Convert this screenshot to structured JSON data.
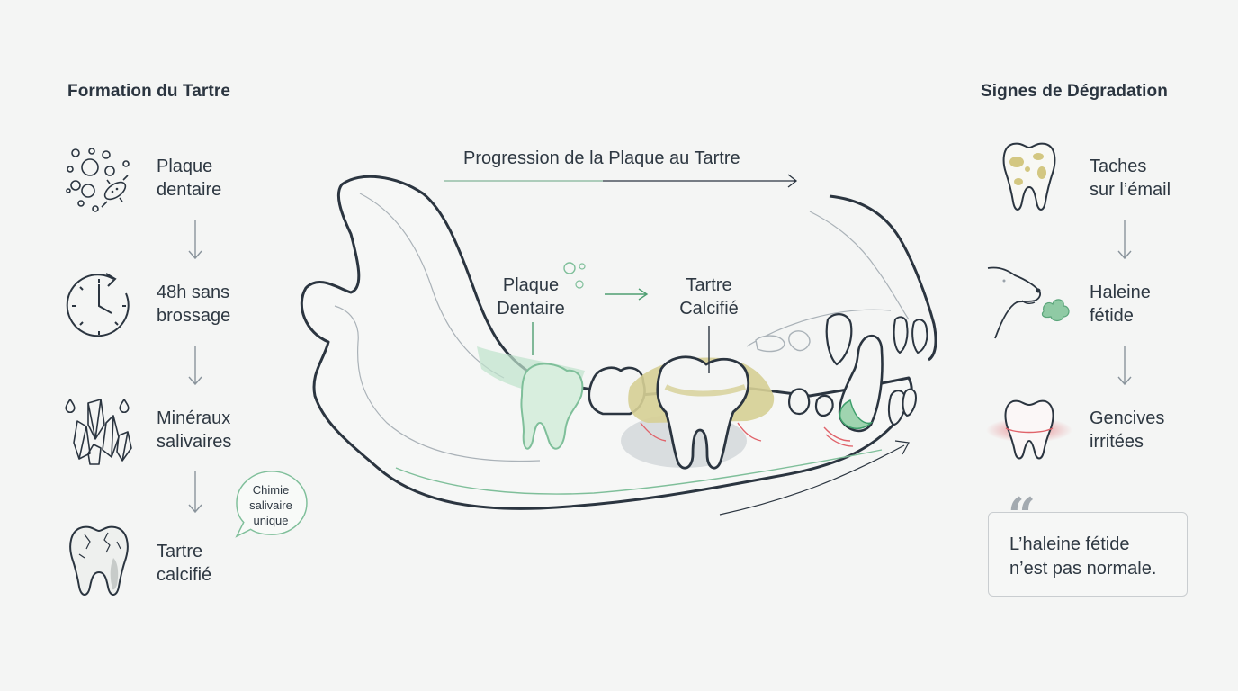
{
  "left": {
    "heading": "Formation du Tartre",
    "steps": [
      {
        "line1": "Plaque",
        "line2": "dentaire",
        "icon": "bacteria-bubbles-icon"
      },
      {
        "line1": "48h sans",
        "line2": "brossage",
        "icon": "clock-icon"
      },
      {
        "line1": "Minéraux",
        "line2": "salivaires",
        "icon": "crystals-icon"
      },
      {
        "line1": "Tartre",
        "line2": "calcifié",
        "icon": "cracked-tooth-icon"
      }
    ],
    "bubble": {
      "line1": "Chimie",
      "line2": "salivaire",
      "line3": "unique"
    }
  },
  "center": {
    "progression_title": "Progression de la Plaque au Tartre",
    "plaque_label": {
      "line1": "Plaque",
      "line2": "Dentaire"
    },
    "tartre_label": {
      "line1": "Tartre",
      "line2": "Calcifié"
    }
  },
  "right": {
    "heading": "Signes de Dégradation",
    "steps": [
      {
        "line1": "Taches",
        "line2": "sur l’émail",
        "icon": "stained-tooth-icon"
      },
      {
        "line1": "Haleine",
        "line2": "fétide",
        "icon": "dog-breath-icon"
      },
      {
        "line1": "Gencives",
        "line2": "irritées",
        "icon": "irritated-gum-icon"
      }
    ],
    "quote": {
      "mark": "“",
      "line1": "L’haleine fétide",
      "line2": "n’est pas normale."
    }
  },
  "colors": {
    "outline": "#2b3540",
    "accent_green": "#7fbf9a",
    "tartar_yellow": "#cfc78a",
    "irritation_red": "#e0636a"
  }
}
